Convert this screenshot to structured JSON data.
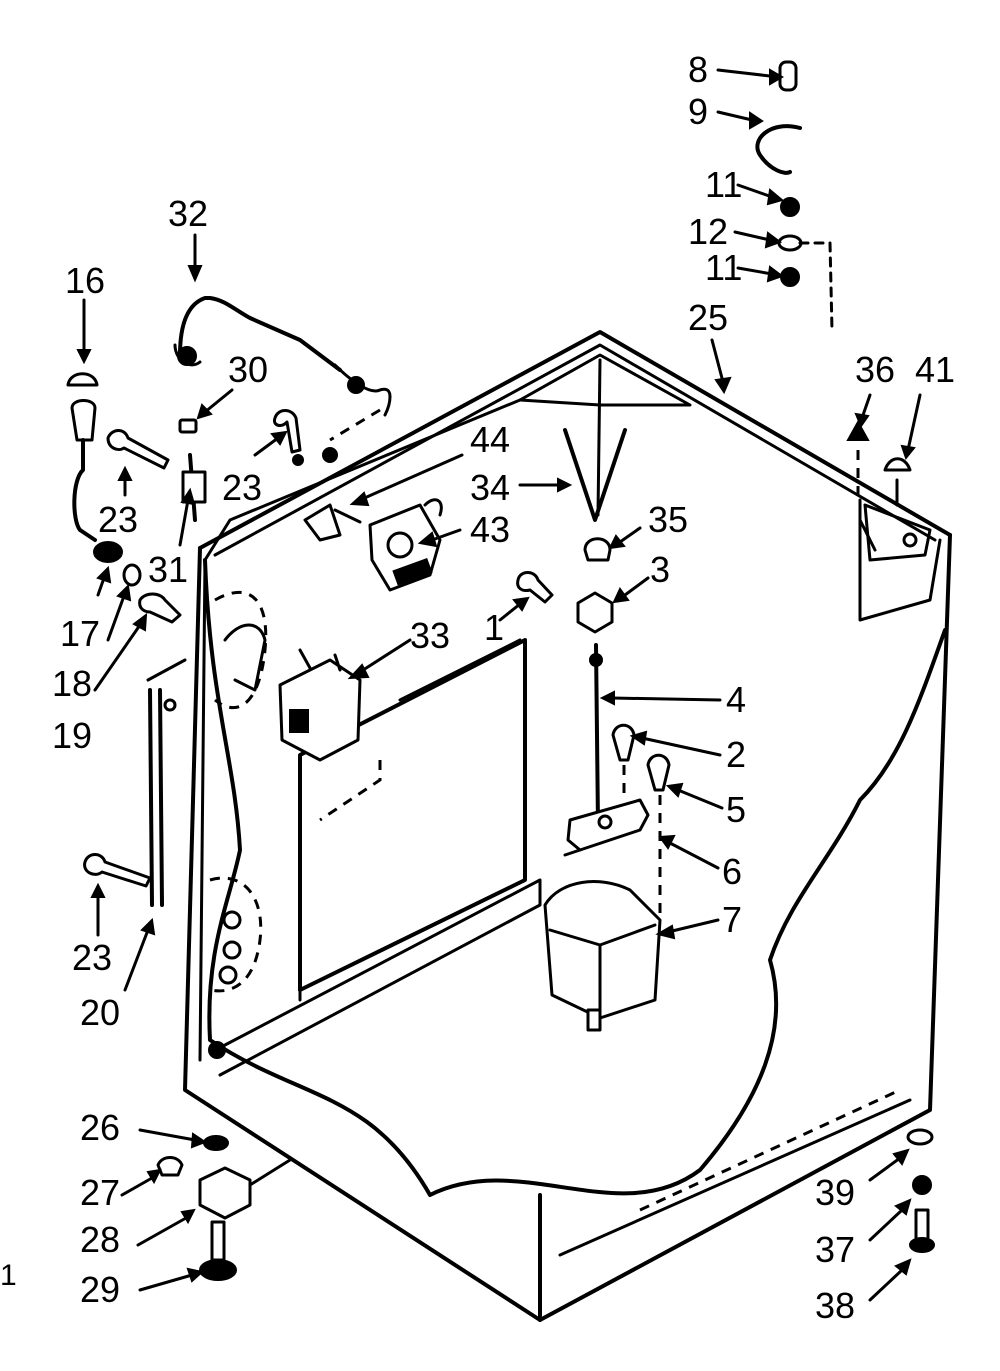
{
  "diagram": {
    "callouts": [
      {
        "id": "c8",
        "text": "8"
      },
      {
        "id": "c9",
        "text": "9"
      },
      {
        "id": "c11a",
        "text": "11"
      },
      {
        "id": "c12",
        "text": "12"
      },
      {
        "id": "c11b",
        "text": "11"
      },
      {
        "id": "c25",
        "text": "25"
      },
      {
        "id": "c36",
        "text": "36"
      },
      {
        "id": "c41",
        "text": "41"
      },
      {
        "id": "c32",
        "text": "32"
      },
      {
        "id": "c16",
        "text": "16"
      },
      {
        "id": "c30",
        "text": "30"
      },
      {
        "id": "c23a",
        "text": "23"
      },
      {
        "id": "c23b",
        "text": "23"
      },
      {
        "id": "c31",
        "text": "31"
      },
      {
        "id": "c44",
        "text": "44"
      },
      {
        "id": "c34",
        "text": "34"
      },
      {
        "id": "c35",
        "text": "35"
      },
      {
        "id": "c43",
        "text": "43"
      },
      {
        "id": "c3",
        "text": "3"
      },
      {
        "id": "c1",
        "text": "1"
      },
      {
        "id": "c17",
        "text": "17"
      },
      {
        "id": "c18",
        "text": "18"
      },
      {
        "id": "c19",
        "text": "19"
      },
      {
        "id": "c33",
        "text": "33"
      },
      {
        "id": "c4",
        "text": "4"
      },
      {
        "id": "c2",
        "text": "2"
      },
      {
        "id": "c5",
        "text": "5"
      },
      {
        "id": "c6",
        "text": "6"
      },
      {
        "id": "c7",
        "text": "7"
      },
      {
        "id": "c23c",
        "text": "23"
      },
      {
        "id": "c20",
        "text": "20"
      },
      {
        "id": "c26",
        "text": "26"
      },
      {
        "id": "c27",
        "text": "27"
      },
      {
        "id": "c28",
        "text": "28"
      },
      {
        "id": "c29",
        "text": "29"
      },
      {
        "id": "c39",
        "text": "39"
      },
      {
        "id": "c37",
        "text": "37"
      },
      {
        "id": "c38",
        "text": "38"
      }
    ],
    "margin_mark": "1"
  }
}
